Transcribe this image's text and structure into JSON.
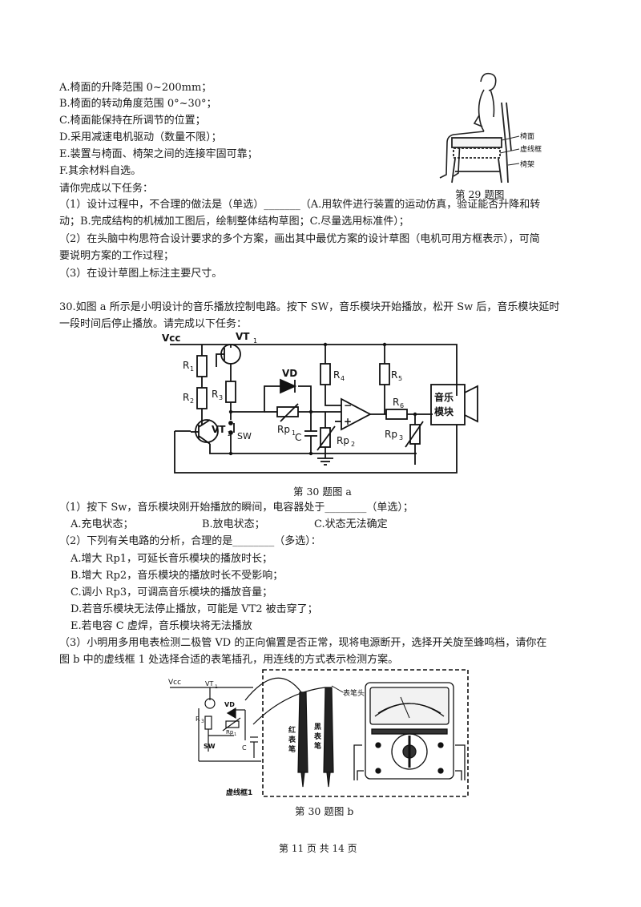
{
  "q29": {
    "requirements": [
      "A.椅面的升降范围 0~200mm；",
      "B.椅面的转动角度范围 0°~30°；",
      "C.椅面能保持在所调节的位置；",
      "D.采用减速电机驱动（数量不限）；",
      "E.装置与椅面、椅架之间的连接牢固可靠；",
      "F.其余材料自选。"
    ],
    "prompt": "请你完成以下任务：",
    "tasks": [
      "（1）设计过程中，不合理的做法是（单选）_______（A.用软件进行装置的运动仿真，验证能否升降和转",
      "动；B.完成结构的机械加工图后，绘制整体结构草图；C.尽量选用标准件）；",
      "（2）在头脑中构思符合设计要求的多个方案，画出其中最优方案的设计草图（电机可用方框表示），可简",
      "要说明方案的工作过程；",
      "（3）在设计草图上标注主要尺寸。"
    ],
    "figure": {
      "labels": {
        "seat": "椅面",
        "dashed_box": "虚线框",
        "frame": "椅架"
      },
      "caption": "第 29 题图"
    }
  },
  "q30": {
    "intro": [
      "30.如图 a 所示是小明设计的音乐播放控制电路。按下 SW，音乐模块开始播放，松开 Sw 后，音乐模块延时",
      "一段时间后停止播放。请完成以下任务："
    ],
    "circuit_a": {
      "labels": {
        "vcc": "Vcc",
        "vt1": "VT",
        "vt1_sub": "1",
        "r1": "R",
        "r1_sub": "1",
        "r2": "R",
        "r2_sub": "2",
        "r3": "R",
        "r3_sub": "3",
        "vt2": "VT",
        "vt2_sub": "2",
        "sw": "SW",
        "vd": "VD",
        "rp1": "Rp",
        "rp1_sub": "1",
        "c": "C",
        "r4": "R",
        "r4_sub": "4",
        "r5": "R",
        "r5_sub": "5",
        "r6": "R",
        "r6_sub": "6",
        "rp2": "Rp",
        "rp2_sub": "2",
        "rp3": "Rp",
        "rp3_sub": "3",
        "opamp_minus": "−",
        "opamp_plus": "+",
        "module_line1": "音乐",
        "module_line2": "模块"
      },
      "caption": "第 30 题图 a"
    },
    "sub1": {
      "question": "（1）按下 Sw，音乐模块刚开始播放的瞬间，电容器处于________（单选）；",
      "options": [
        "A.充电状态；",
        "B.放电状态；",
        "C.状态无法确定"
      ]
    },
    "sub2": {
      "question": "（2）下列有关电路的分析，合理的是________（多选）：",
      "options": [
        "A.增大 Rp1，可延长音乐模块的播放时长；",
        "B.增大 Rp2，音乐模块的播放时长不受影响；",
        "C.调小 Rp3，可调高音乐模块的播放音量；",
        "D.若音乐模块无法停止播放，可能是  VT2  被击穿了；",
        "E.若电容  C  虚焊，音乐模块将无法播放"
      ]
    },
    "sub3": [
      "（3）小明用多用电表检测二极管 VD 的正向偏置是否正常，现将电源断开，选择开关旋至蜂鸣档，请你在",
      "图 b 中的虚线框 1 处选择合适的表笔插孔，用连线的方式表示检测方案。"
    ],
    "figure_b": {
      "labels": {
        "vcc": "Vcc",
        "vt1": "VT",
        "vt1_sub": "1",
        "r3": "R",
        "r3_sub": "3",
        "vd": "VD",
        "rp1": "Rp",
        "rp1_sub": "1",
        "sw": "SW",
        "c": "C",
        "pen_tip": "表笔头",
        "red_pen": [
          "红",
          "表",
          "笔"
        ],
        "black_pen": [
          "黑",
          "表",
          "笔"
        ],
        "dashed_box_1": "虚线框1"
      },
      "caption": "第 30 题图 b"
    }
  },
  "footer": "第 11 页  共 14 页"
}
